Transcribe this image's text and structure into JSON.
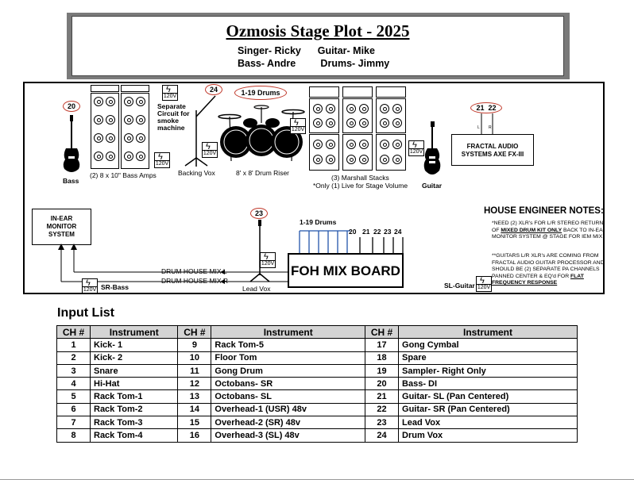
{
  "header": {
    "title": "Ozmosis Stage Plot - 2025",
    "band_line1": "Singer- Ricky      Guitar- Mike",
    "band_line2": "Bass- Andre         Drums- Jimmy"
  },
  "stage": {
    "bass_channel": "20",
    "bass_label": "Bass",
    "bass_amps_label": "(2) 8 x 10\" Bass Amps",
    "smoke_note_line1": "Separate",
    "smoke_note_line2": "Circuit for",
    "smoke_note_line3": "smoke",
    "smoke_note_line4": "machine",
    "backing_vox_channel": "24",
    "backing_vox_label": "Backing Vox",
    "drums_channel": "1-19 Drums",
    "drum_riser_label": "8' x 8' Drum Riser",
    "marshall_label": "(3) Marshall Stacks",
    "marshall_note": "*Only (1) Live for Stage Volume",
    "guitar_label": "Guitar",
    "fractal_channels_l": "21",
    "fractal_channels_r": "22",
    "fractal_label_line1": "FRACTAL AUDIO",
    "fractal_label_line2": "SYSTEMS AXE FX-III",
    "fractal_lr_l": "L",
    "fractal_lr_r": "R",
    "iem_line1": "IN-EAR",
    "iem_line2": "MONITOR",
    "iem_line3": "SYSTEM",
    "lead_vox_channel": "23",
    "lead_vox_label": "Lead Vox",
    "foh_label": "FOH MIX BOARD",
    "foh_drums": "1-19 Drums",
    "foh_channels": [
      "20",
      "21",
      "22",
      "23",
      "24"
    ],
    "mix_l": "DRUM HOUSE MIX L",
    "mix_r": "DRUM HOUSE MIX R",
    "sr_bass": "SR-Bass",
    "sl_guitar": "SL-Guitar",
    "power_voltage": "120V",
    "power_icon": "lightning-bolt-icon"
  },
  "notes": {
    "title": "HOUSE ENGINEER NOTES:",
    "note1_a": "*NEED (2) XLR's FOR L/R STEREO RETURN OF ",
    "note1_u": "MIXED DRUM KIT ONLY",
    "note1_b": " BACK TO IN-EAR MONITOR SYSTEM @ STAGE FOR IEM MIX",
    "note2_a": "**GUITARS L/R XLR's ARE COMING FROM FRACTAL AUDIO GUITAR PROCESSOR AND SHOULD BE (2) SEPARATE PA CHANNELS PANNED CENTER & EQ'd FOR ",
    "note2_u": "FLAT FREQUENCY RESPONSE"
  },
  "input_list": {
    "title": "Input List",
    "headers": [
      "CH #",
      "Instrument",
      "CH #",
      "Instrument",
      "CH #",
      "Instrument"
    ],
    "rows": [
      [
        "1",
        "Kick- 1",
        "9",
        "Rack Tom-5",
        "17",
        "Gong Cymbal"
      ],
      [
        "2",
        "Kick- 2",
        "10",
        "Floor Tom",
        "18",
        "Spare"
      ],
      [
        "3",
        "Snare",
        "11",
        "Gong Drum",
        "19",
        "Sampler- Right Only"
      ],
      [
        "4",
        "Hi-Hat",
        "12",
        "Octobans- SR",
        "20",
        "Bass- DI"
      ],
      [
        "5",
        "Rack Tom-1",
        "13",
        "Octobans- SL",
        "21",
        "Guitar- SL (Pan Centered)"
      ],
      [
        "6",
        "Rack Tom-2",
        "14",
        "Overhead-1 (USR) 48v",
        "22",
        "Guitar- SR (Pan Centered)"
      ],
      [
        "7",
        "Rack Tom-3",
        "15",
        "Overhead-2 (SR) 48v",
        "23",
        "Lead Vox"
      ],
      [
        "8",
        "Rack Tom-4",
        "16",
        "Overhead-3 (SL) 48v",
        "24",
        "Drum Vox"
      ]
    ]
  },
  "colors": {
    "accent_red": "#c0392b",
    "header_shadow": "#7a7a7a",
    "table_header_bg": "#d4d4d4"
  }
}
